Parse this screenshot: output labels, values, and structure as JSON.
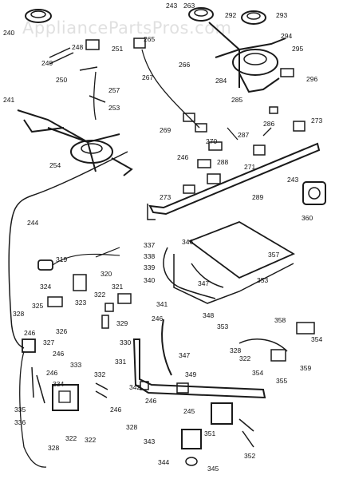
{
  "watermark": "AppliancePartsPros.com",
  "colors": {
    "ink": "#1a1a1a",
    "paper": "#ffffff",
    "watermark": "#c8c8c8"
  },
  "callouts": [
    "240",
    "241",
    "243",
    "243",
    "244",
    "245",
    "246",
    "246",
    "246",
    "246",
    "246",
    "246",
    "246",
    "248",
    "249",
    "250",
    "251",
    "253",
    "254",
    "257",
    "263",
    "265",
    "266",
    "267",
    "269",
    "270",
    "271",
    "273",
    "273",
    "284",
    "285",
    "286",
    "287",
    "288",
    "289",
    "292",
    "293",
    "294",
    "295",
    "296",
    "319",
    "320",
    "321",
    "322",
    "322",
    "322",
    "322",
    "323",
    "324",
    "325",
    "326",
    "327",
    "328",
    "328",
    "328",
    "328",
    "329",
    "330",
    "331",
    "332",
    "333",
    "334",
    "335",
    "336",
    "337",
    "338",
    "339",
    "340",
    "341",
    "342",
    "343",
    "344",
    "345",
    "346",
    "347",
    "347",
    "348",
    "349",
    "351",
    "352",
    "353",
    "353",
    "354",
    "354",
    "355",
    "357",
    "358",
    "359",
    "360"
  ]
}
